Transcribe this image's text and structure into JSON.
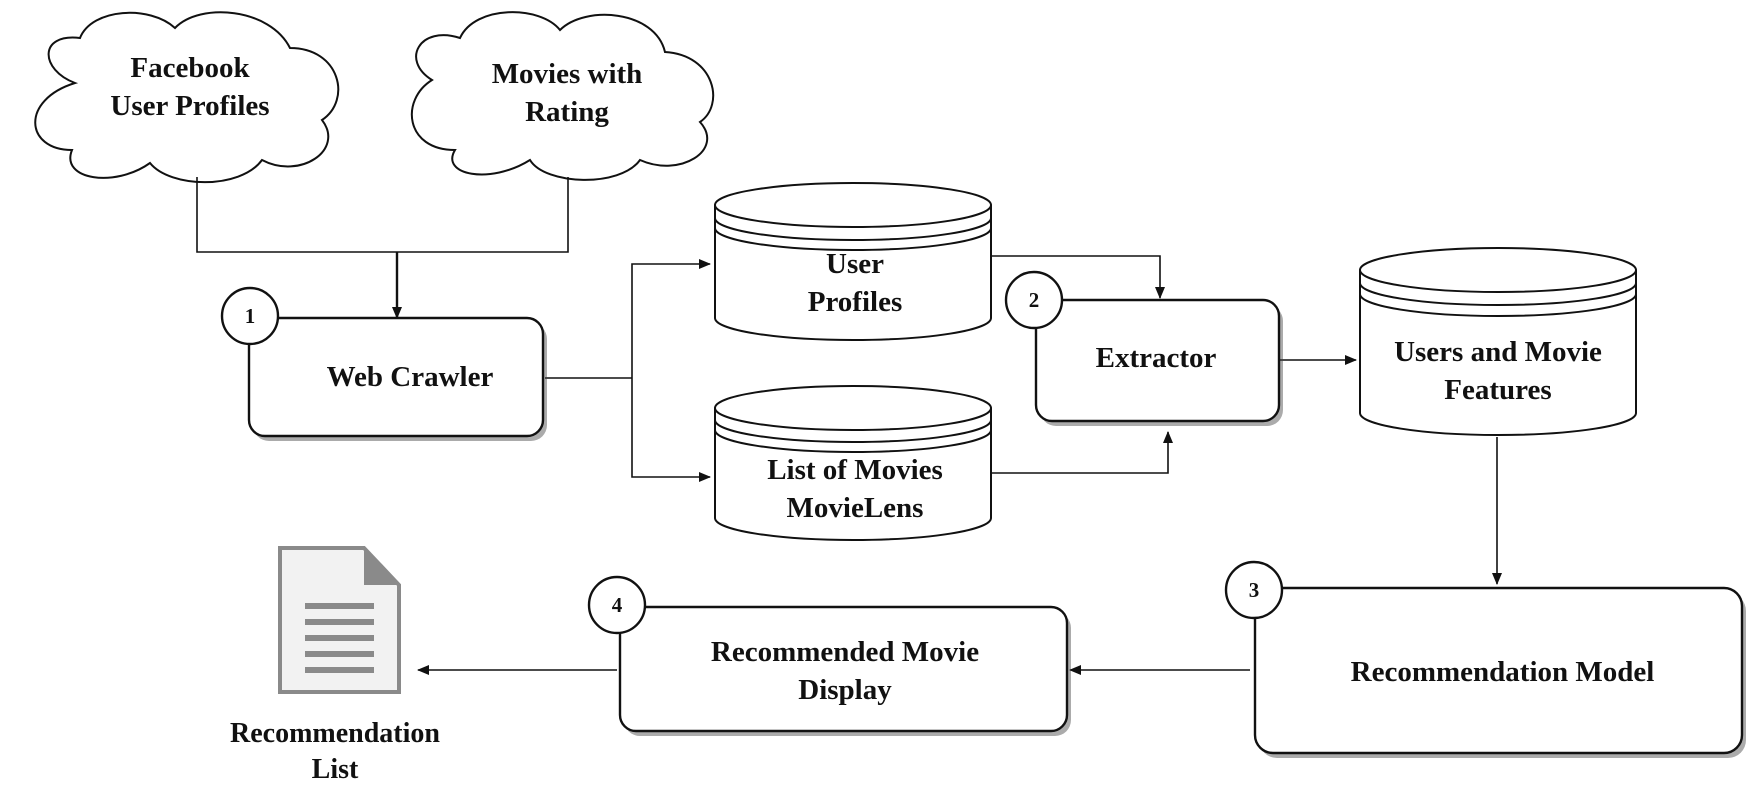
{
  "clouds": {
    "facebook": "Facebook\nUser Profiles",
    "movies_rating": "Movies with\nRating"
  },
  "steps": {
    "web_crawler": {
      "number": "1",
      "label": "Web Crawler"
    },
    "extractor": {
      "number": "2",
      "label": "Extractor"
    },
    "recommendation_model": {
      "number": "3",
      "label": "Recommendation Model"
    },
    "recommended_display": {
      "number": "4",
      "label": "Recommended Movie\nDisplay"
    }
  },
  "databases": {
    "user_profiles": "User\nProfiles",
    "list_of_movies": "List of Movies\nMovieLens",
    "features": "Users and Movie\nFeatures"
  },
  "output": {
    "label": "Recommendation\nList",
    "icon": "document-icon"
  },
  "colors": {
    "stroke": "#111111",
    "document_icon": "#8a8a8a"
  }
}
